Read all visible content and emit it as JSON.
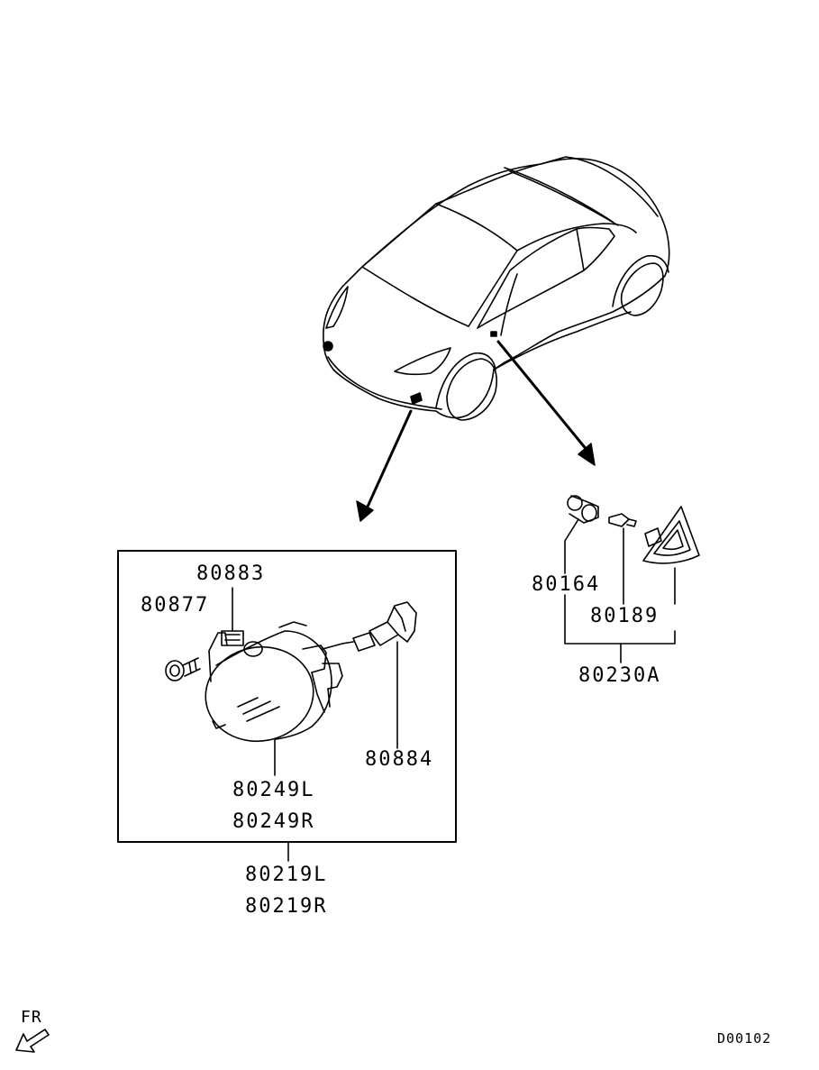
{
  "parts": {
    "screw": "80877",
    "clip": "80883",
    "bulb": "80884",
    "fog_lamp_left": "80249L",
    "fog_lamp_right": "80249R",
    "fog_lamp_assembly_left": "80219L",
    "fog_lamp_assembly_right": "80219R",
    "side_socket": "80164",
    "side_bulb": "80189",
    "side_marker_lamp": "80230A"
  },
  "direction": "FR",
  "diagram_code": "D00102"
}
